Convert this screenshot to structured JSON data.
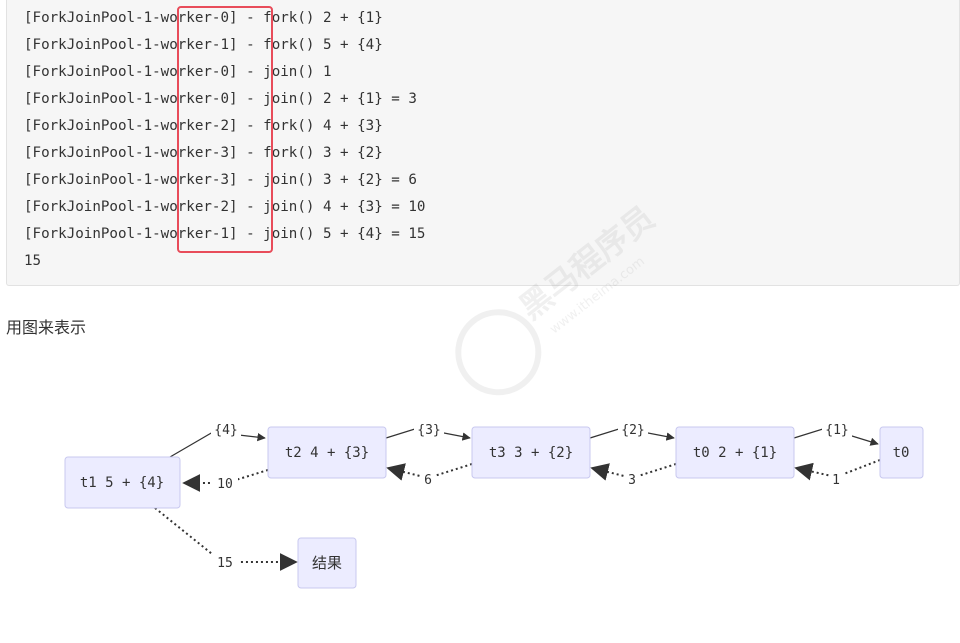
{
  "code_lines": [
    "[ForkJoinPool-1-worker-0] - fork() 2 + {1}",
    "[ForkJoinPool-1-worker-1] - fork() 5 + {4}",
    "[ForkJoinPool-1-worker-0] - join() 1",
    "[ForkJoinPool-1-worker-0] - join() 2 + {1} = 3",
    "[ForkJoinPool-1-worker-2] - fork() 4 + {3}",
    "[ForkJoinPool-1-worker-3] - fork() 3 + {2}",
    "[ForkJoinPool-1-worker-3] - join() 3 + {2} = 6",
    "[ForkJoinPool-1-worker-2] - join() 4 + {3} = 10",
    "[ForkJoinPool-1-worker-1] - join() 5 + {4} = 15",
    "15"
  ],
  "caption": "用图来表示",
  "diagram": {
    "nodes": {
      "t1": "t1 5 + {4}",
      "t2": "t2 4 + {3}",
      "t3": "t3 3 + {2}",
      "t0a": "t0 2 + {1}",
      "t0b": "t0",
      "result": "结果"
    },
    "edge_labels": {
      "t1_t2": "{4}",
      "t2_t3": "{3}",
      "t3_t0a": "{2}",
      "t0a_t0b": "{1}",
      "t0b_t0a": "1",
      "t0a_t3": "3",
      "t3_t2": "6",
      "t2_t1": "10",
      "t1_result": "15"
    }
  },
  "watermark": {
    "brand": "黑马程序员",
    "url": "www.itheima.com"
  },
  "colors": {
    "highlight": "#e84c5a",
    "node_fill": "#ececff",
    "node_stroke": "#c8c8ef"
  }
}
